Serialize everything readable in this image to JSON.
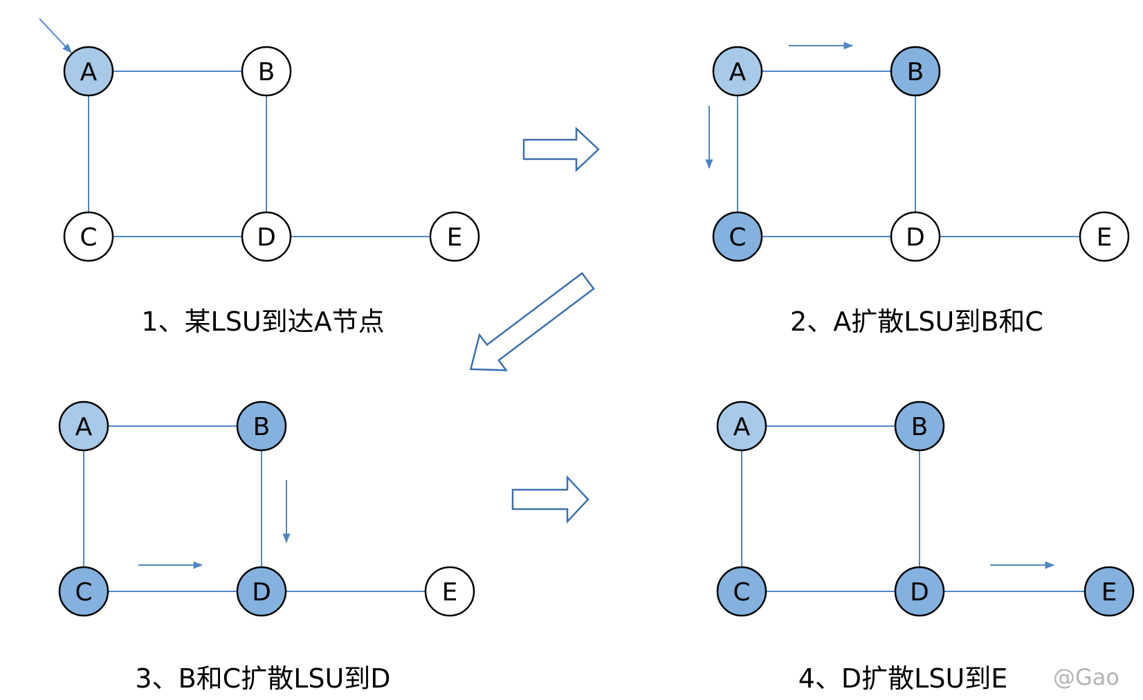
{
  "colors": {
    "visited": "#a9c9e8",
    "received": "#84b1de",
    "unvisited": "#ffffff",
    "link": "#4f86c6"
  },
  "panels": [
    {
      "caption": "1、某LSU到达A节点",
      "nodes": [
        {
          "id": "A",
          "label": "A",
          "state": "visited"
        },
        {
          "id": "B",
          "label": "B",
          "state": "unvisited"
        },
        {
          "id": "C",
          "label": "C",
          "state": "unvisited"
        },
        {
          "id": "D",
          "label": "D",
          "state": "unvisited"
        },
        {
          "id": "E",
          "label": "E",
          "state": "unvisited"
        }
      ],
      "links": [
        [
          "A",
          "B"
        ],
        [
          "A",
          "C"
        ],
        [
          "B",
          "D"
        ],
        [
          "C",
          "D"
        ],
        [
          "D",
          "E"
        ]
      ],
      "flows": [
        [
          "IN",
          "A"
        ]
      ]
    },
    {
      "caption": "2、A扩散LSU到B和C",
      "nodes": [
        {
          "id": "A",
          "label": "A",
          "state": "visited"
        },
        {
          "id": "B",
          "label": "B",
          "state": "received"
        },
        {
          "id": "C",
          "label": "C",
          "state": "received"
        },
        {
          "id": "D",
          "label": "D",
          "state": "unvisited"
        },
        {
          "id": "E",
          "label": "E",
          "state": "unvisited"
        }
      ],
      "links": [
        [
          "A",
          "B"
        ],
        [
          "A",
          "C"
        ],
        [
          "B",
          "D"
        ],
        [
          "C",
          "D"
        ],
        [
          "D",
          "E"
        ]
      ],
      "flows": [
        [
          "A",
          "B"
        ],
        [
          "A",
          "C"
        ]
      ]
    },
    {
      "caption": "3、B和C扩散LSU到D",
      "nodes": [
        {
          "id": "A",
          "label": "A",
          "state": "visited"
        },
        {
          "id": "B",
          "label": "B",
          "state": "received"
        },
        {
          "id": "C",
          "label": "C",
          "state": "received"
        },
        {
          "id": "D",
          "label": "D",
          "state": "received"
        },
        {
          "id": "E",
          "label": "E",
          "state": "unvisited"
        }
      ],
      "links": [
        [
          "A",
          "B"
        ],
        [
          "A",
          "C"
        ],
        [
          "B",
          "D"
        ],
        [
          "C",
          "D"
        ],
        [
          "D",
          "E"
        ]
      ],
      "flows": [
        [
          "B",
          "D"
        ],
        [
          "C",
          "D"
        ]
      ]
    },
    {
      "caption": "4、D扩散LSU到E",
      "nodes": [
        {
          "id": "A",
          "label": "A",
          "state": "visited"
        },
        {
          "id": "B",
          "label": "B",
          "state": "received"
        },
        {
          "id": "C",
          "label": "C",
          "state": "received"
        },
        {
          "id": "D",
          "label": "D",
          "state": "received"
        },
        {
          "id": "E",
          "label": "E",
          "state": "received"
        }
      ],
      "links": [
        [
          "A",
          "B"
        ],
        [
          "A",
          "C"
        ],
        [
          "B",
          "D"
        ],
        [
          "C",
          "D"
        ],
        [
          "D",
          "E"
        ]
      ],
      "flows": [
        [
          "D",
          "E"
        ]
      ]
    }
  ],
  "watermark": "@Gao"
}
